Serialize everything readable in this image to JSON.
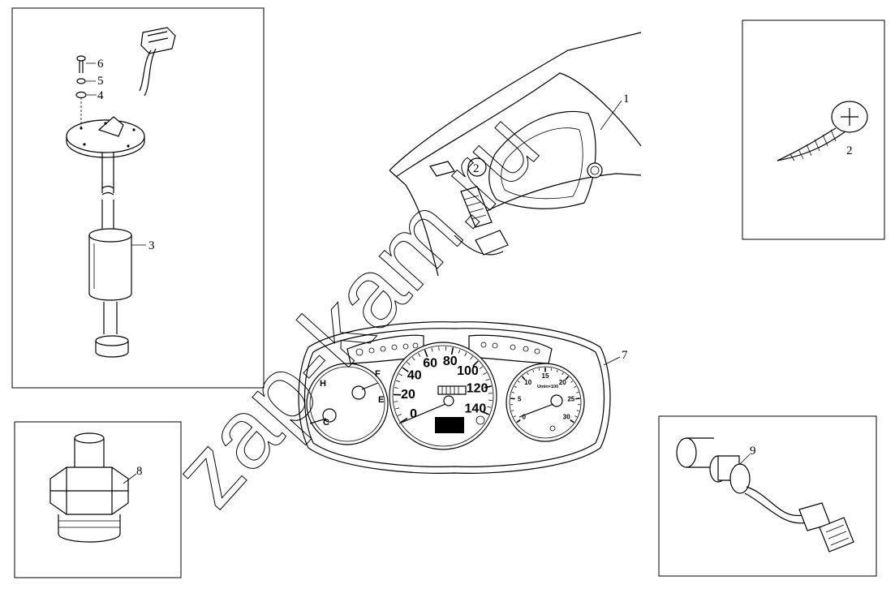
{
  "callouts": {
    "c1": "1",
    "c2": "2",
    "c2_screw": "2",
    "c3": "3",
    "c4": "4",
    "c5": "5",
    "c6": "6",
    "c7": "7",
    "c8": "8",
    "c9": "9"
  },
  "watermark": {
    "text": "zap-kam.ru"
  },
  "speedometer": {
    "labels": [
      "0",
      "20",
      "40",
      "60",
      "80",
      "100",
      "120",
      "140"
    ],
    "unit": ""
  },
  "tachometer": {
    "labels": [
      "0",
      "5",
      "10",
      "15",
      "20",
      "25",
      "30"
    ],
    "unit": "Umin×100"
  },
  "fuel_temp": {
    "f": "F",
    "e": "E",
    "h": "H",
    "c": "C"
  }
}
